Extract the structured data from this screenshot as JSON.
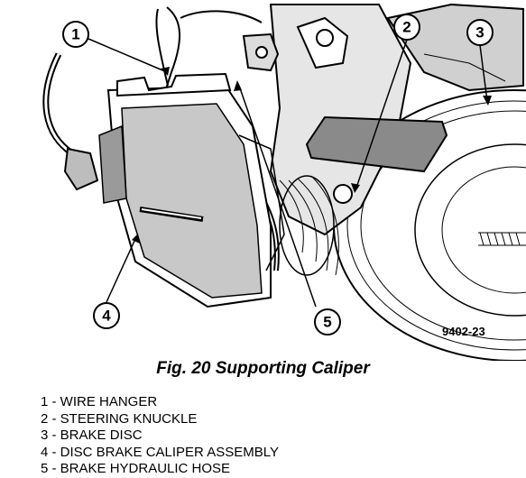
{
  "figure": {
    "number_label": "9402-23",
    "caption": "Fig. 20 Supporting Caliper",
    "callouts": [
      "1",
      "2",
      "3",
      "4",
      "5"
    ]
  },
  "legend": [
    "1 - WIRE HANGER",
    "2 - STEERING KNUCKLE",
    "3 - BRAKE DISC",
    "4 - DISC BRAKE CALIPER ASSEMBLY",
    "5 - BRAKE HYDRAULIC HOSE"
  ],
  "colors": {
    "line": "#000000",
    "shade": "#c8c8c8",
    "dark_shade": "#8a8a8a",
    "background": "#ffffff"
  }
}
